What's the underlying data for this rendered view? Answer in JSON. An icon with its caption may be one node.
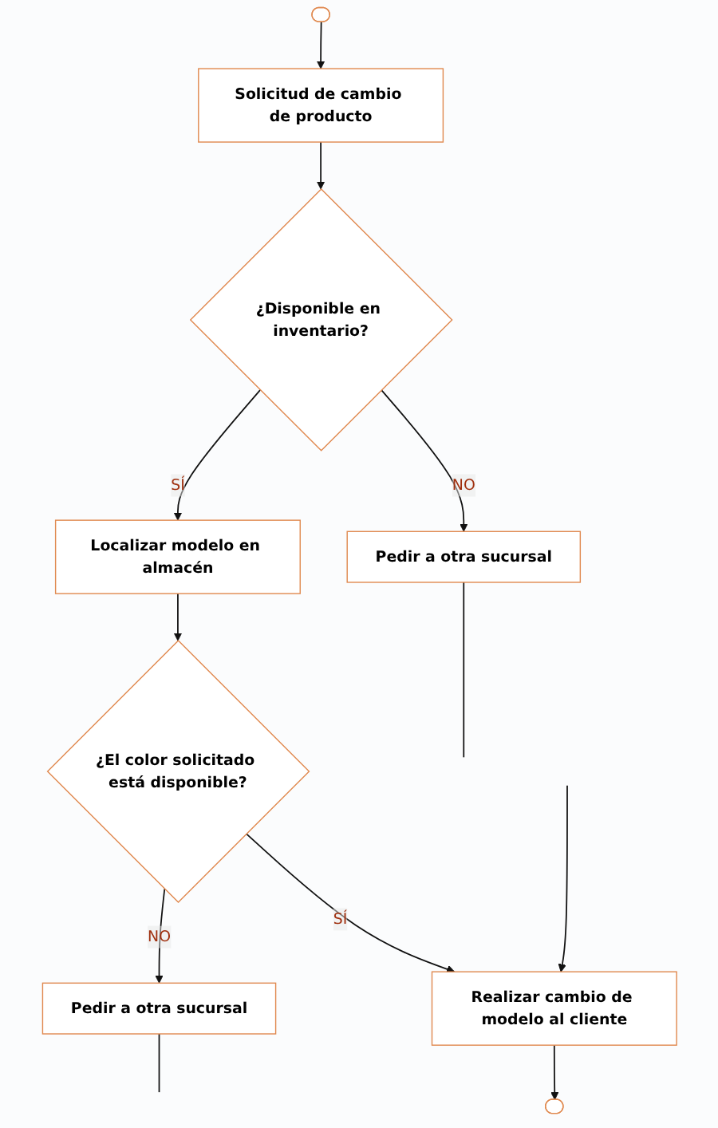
{
  "diagram": {
    "nodes": [
      {
        "text": [],
        "shape": "ellipse"
      },
      {
        "text": [
          "Solicitud de cambio de producto"
        ]
      },
      {
        "text": [
          "¿Disponible en inventario?"
        ]
      },
      {
        "text": [
          "Pedir a otra sucursal"
        ]
      },
      {
        "text": [
          "Localizar modelo en almacén"
        ]
      },
      {
        "text": [
          "¿El color solicitado está disponible?"
        ]
      },
      {
        "text": [
          "Pedir a otra sucursal"
        ]
      },
      {
        "text": [
          "Realizar cambio de modelo al cliente"
        ]
      },
      {
        "text": [],
        "shape": "ellipse"
      }
    ],
    "edges": [
      {
        "from": 0,
        "to": 1,
        "arrow": "to"
      },
      {
        "from": 1,
        "to": 2,
        "arrow": "to"
      },
      {
        "from": 2,
        "to": 3,
        "arrow": "to",
        "label": "NO"
      },
      {
        "from": 2,
        "to": 4,
        "arrow": "to",
        "label": "SÍ"
      },
      {
        "from": 4,
        "to": 5,
        "arrow": "to"
      },
      {
        "from": 5,
        "to": 6,
        "arrow": "to",
        "label": "NO"
      },
      {
        "from": 5,
        "to": 7,
        "arrow": "to",
        "label": "SÍ"
      },
      {
        "from": 7,
        "to": 8,
        "arrow": "to"
      },
      {
        "from": 3,
        "to": null,
        "arrow": "none"
      },
      {
        "from": 6,
        "to": null,
        "arrow": "none"
      },
      {
        "from": null,
        "to": 7,
        "arrow": "to"
      }
    ]
  }
}
